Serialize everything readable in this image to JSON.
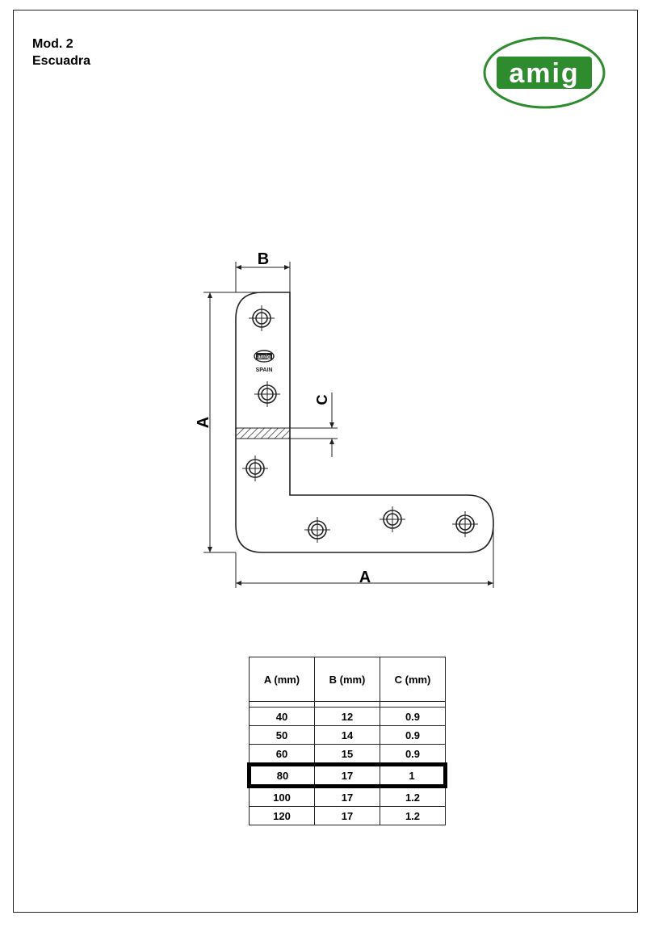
{
  "header": {
    "model": "Mod. 2",
    "product": "Escuadra"
  },
  "logo": {
    "text": "amig",
    "color": "#2e8b2e"
  },
  "drawing": {
    "label_a_vertical": "A",
    "label_a_horizontal": "A",
    "label_b": "B",
    "label_c": "C",
    "stamp_brand": "amig",
    "stamp_origin": "SPAIN"
  },
  "table": {
    "headers": [
      "A (mm)",
      "B (mm)",
      "C (mm)"
    ],
    "rows": [
      [
        "40",
        "12",
        "0.9"
      ],
      [
        "50",
        "14",
        "0.9"
      ],
      [
        "60",
        "15",
        "0.9"
      ],
      [
        "80",
        "17",
        "1"
      ],
      [
        "100",
        "17",
        "1.2"
      ],
      [
        "120",
        "17",
        "1.2"
      ]
    ],
    "selected_row_index": 3
  }
}
